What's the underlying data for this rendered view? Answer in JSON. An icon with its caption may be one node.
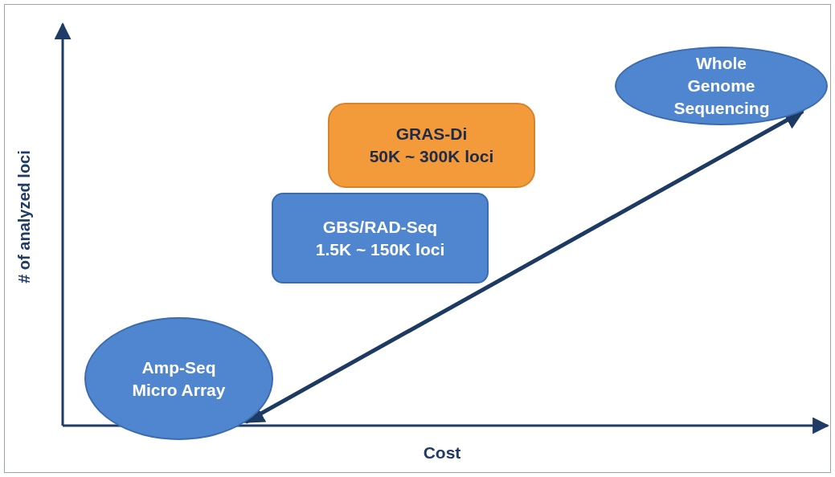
{
  "diagram": {
    "nodes": [
      {
        "text": [
          "Whole Genome Sequencing"
        ]
      },
      {
        "text": [
          "GRAS-Di",
          "50K ~ 300K loci"
        ]
      },
      {
        "text": [
          "GBS/RAD-Seq",
          "1.5K ~ 150K loci"
        ]
      },
      {
        "text": [
          "Amp-Seq Micro Array"
        ]
      }
    ],
    "edges": [
      {
        "from": 3,
        "to": 0,
        "arrow": "both"
      }
    ],
    "labels": [
      "# of analyzed loci",
      "Cost"
    ]
  }
}
